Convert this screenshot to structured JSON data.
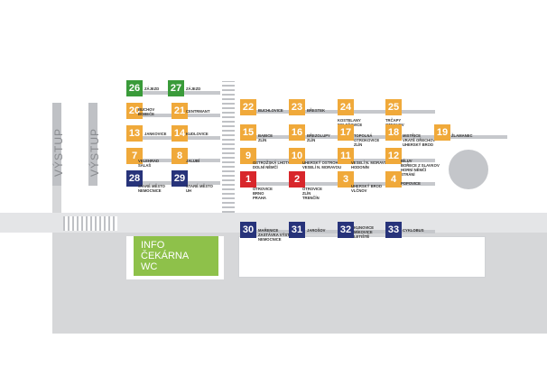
{
  "exits": [
    "VÝSTUP",
    "VÝSTUP"
  ],
  "info": {
    "line1": "INFO",
    "line2": "ČEKÁRNA",
    "line3": "WC"
  },
  "colors": {
    "green": "#3a9b3a",
    "orange": "#f0a93a",
    "red": "#d8262b",
    "navy": "#27337a",
    "info": "#8ec14a"
  },
  "stands": [
    {
      "num": "26",
      "color": "green",
      "label": "ZÁJEZD"
    },
    {
      "num": "27",
      "color": "green",
      "label": "ZÁJEZD"
    },
    {
      "num": "20",
      "color": "orange",
      "label": "BUCHOV\nBOBEČE"
    },
    {
      "num": "21",
      "color": "orange",
      "label": "CENTRMANT"
    },
    {
      "num": "13",
      "color": "orange",
      "label": "JANKOVICE"
    },
    {
      "num": "14",
      "color": "orange",
      "label": "KUDLOVICE"
    },
    {
      "num": "7",
      "color": "orange",
      "label": "VELEHRAD\nSALAŠ"
    },
    {
      "num": "8",
      "color": "orange",
      "label": "JALUBÍ"
    },
    {
      "num": "28",
      "color": "navy",
      "label": "STARÉ MĚSTO\nnemocnice"
    },
    {
      "num": "29",
      "color": "navy",
      "label": "STARÉ MĚSTO\nUH"
    },
    {
      "num": "22",
      "color": "orange",
      "label": "BUCHLOVICE"
    },
    {
      "num": "23",
      "color": "orange",
      "label": "BŘESTEK"
    },
    {
      "num": "24",
      "color": "orange",
      "label": "KOSTELANY\nPOLEŠOVICE"
    },
    {
      "num": "25",
      "color": "orange",
      "label": "TRČAPY\nOTECHOV"
    },
    {
      "num": "15",
      "color": "orange",
      "label": "BABICE\nZLÍN"
    },
    {
      "num": "16",
      "color": "orange",
      "label": "BŘEZOLUPY\nZLÍN"
    },
    {
      "num": "17",
      "color": "orange",
      "label": "TOPOLNÁ\nOTROKOVICE\nZLÍN"
    },
    {
      "num": "18",
      "color": "orange",
      "label": "MISTŘICE\nVRATĚ OŘECHOV\nUHERSKÝ BROD"
    },
    {
      "num": "19",
      "color": "orange",
      "label": "ŽLAMANEC"
    },
    {
      "num": "9",
      "color": "orange",
      "label": "OSTROŽSKÁ LHOTA\nDOLNÍ NĚMČÍ"
    },
    {
      "num": "10",
      "color": "orange",
      "label": "UHERSKÝ OSTROH\nVESELÍ N. MORAVOU"
    },
    {
      "num": "11",
      "color": "orange",
      "label": "VESELÍ N. MORAVOU\nHODONÍN"
    },
    {
      "num": "12",
      "color": "orange",
      "label": "BÍLUV\nBOŘECE Z SLAVKOV\nHORNÍ NĚMČÍ\nSTRÁNÍ"
    },
    {
      "num": "1",
      "color": "red",
      "label": "OTROVICE\nBRNO\nPRAHA"
    },
    {
      "num": "2",
      "color": "red",
      "label": "OTROVICE\nZLÍN\nTRENČÍN"
    },
    {
      "num": "3",
      "color": "orange",
      "label": "UHERSKÝ BROD\nVLČNOV"
    },
    {
      "num": "4",
      "color": "orange",
      "label": "POPOVICE"
    },
    {
      "num": "30",
      "color": "navy",
      "label": "MAŘENICE\nzastávka výstupní\nNEMOCNICE"
    },
    {
      "num": "31",
      "color": "navy",
      "label": "JAROŠOV"
    },
    {
      "num": "32",
      "color": "navy",
      "label": "KUNOVICE\nMÍKOVICE\nletiště"
    },
    {
      "num": "33",
      "color": "navy",
      "label": "CYKLOBUS"
    }
  ]
}
